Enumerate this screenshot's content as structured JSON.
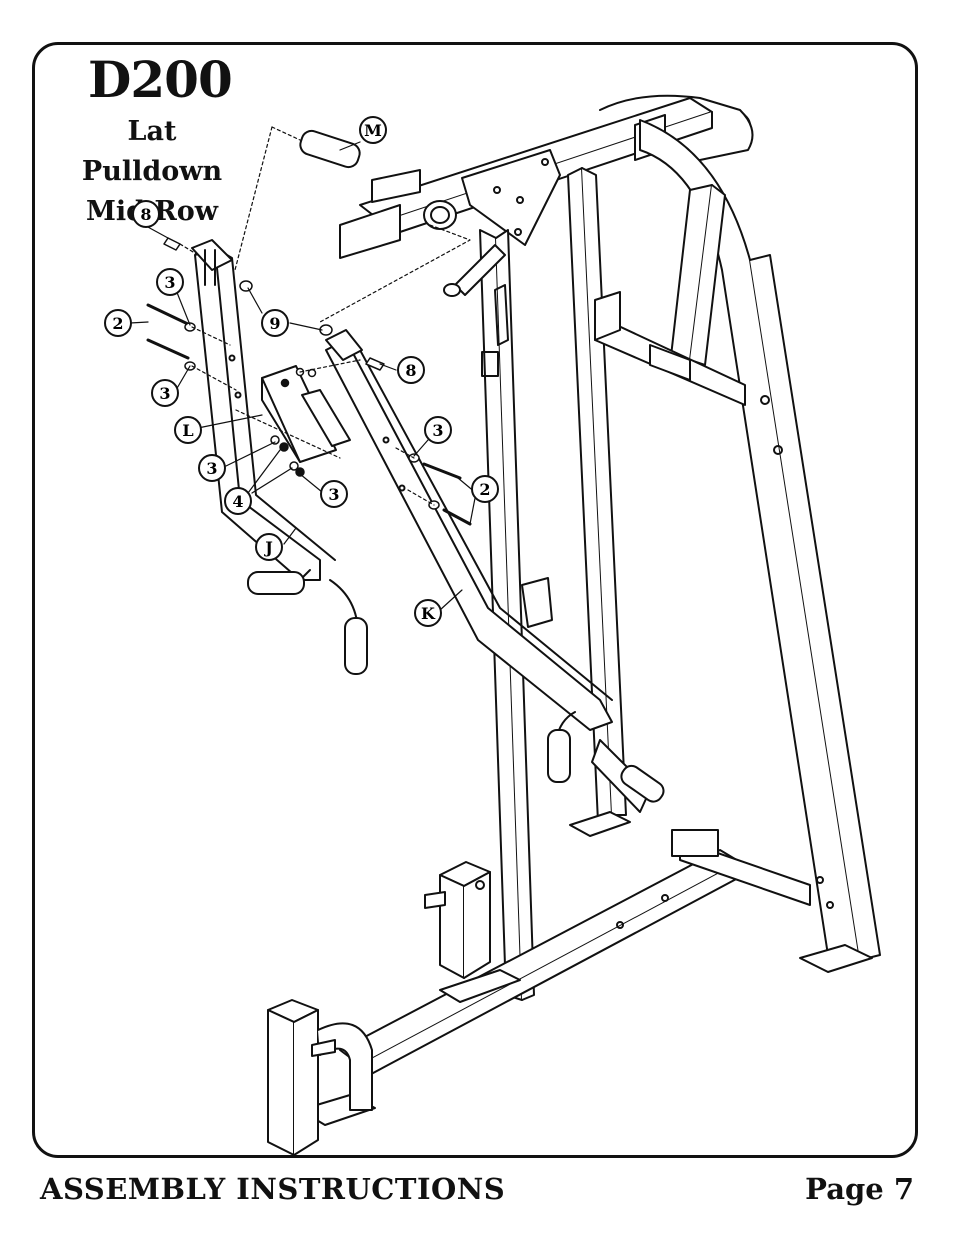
{
  "header": {
    "model": "D200",
    "subtitle_line1": "Lat Pulldown",
    "subtitle_line2": "Mid Row"
  },
  "callouts": [
    {
      "id": "cM",
      "label": "M"
    },
    {
      "id": "c8a",
      "label": "8"
    },
    {
      "id": "c3a",
      "label": "3"
    },
    {
      "id": "c2a",
      "label": "2"
    },
    {
      "id": "c9",
      "label": "9"
    },
    {
      "id": "c8b",
      "label": "8"
    },
    {
      "id": "c3b",
      "label": "3"
    },
    {
      "id": "cL",
      "label": "L"
    },
    {
      "id": "c3c",
      "label": "3"
    },
    {
      "id": "c3d",
      "label": "3"
    },
    {
      "id": "c4",
      "label": "4"
    },
    {
      "id": "c3e",
      "label": "3"
    },
    {
      "id": "c2b",
      "label": "2"
    },
    {
      "id": "cJ",
      "label": "J"
    },
    {
      "id": "cK",
      "label": "K"
    }
  ],
  "footer": {
    "left": "ASSEMBLY INSTRUCTIONS",
    "right": "Page 7"
  }
}
